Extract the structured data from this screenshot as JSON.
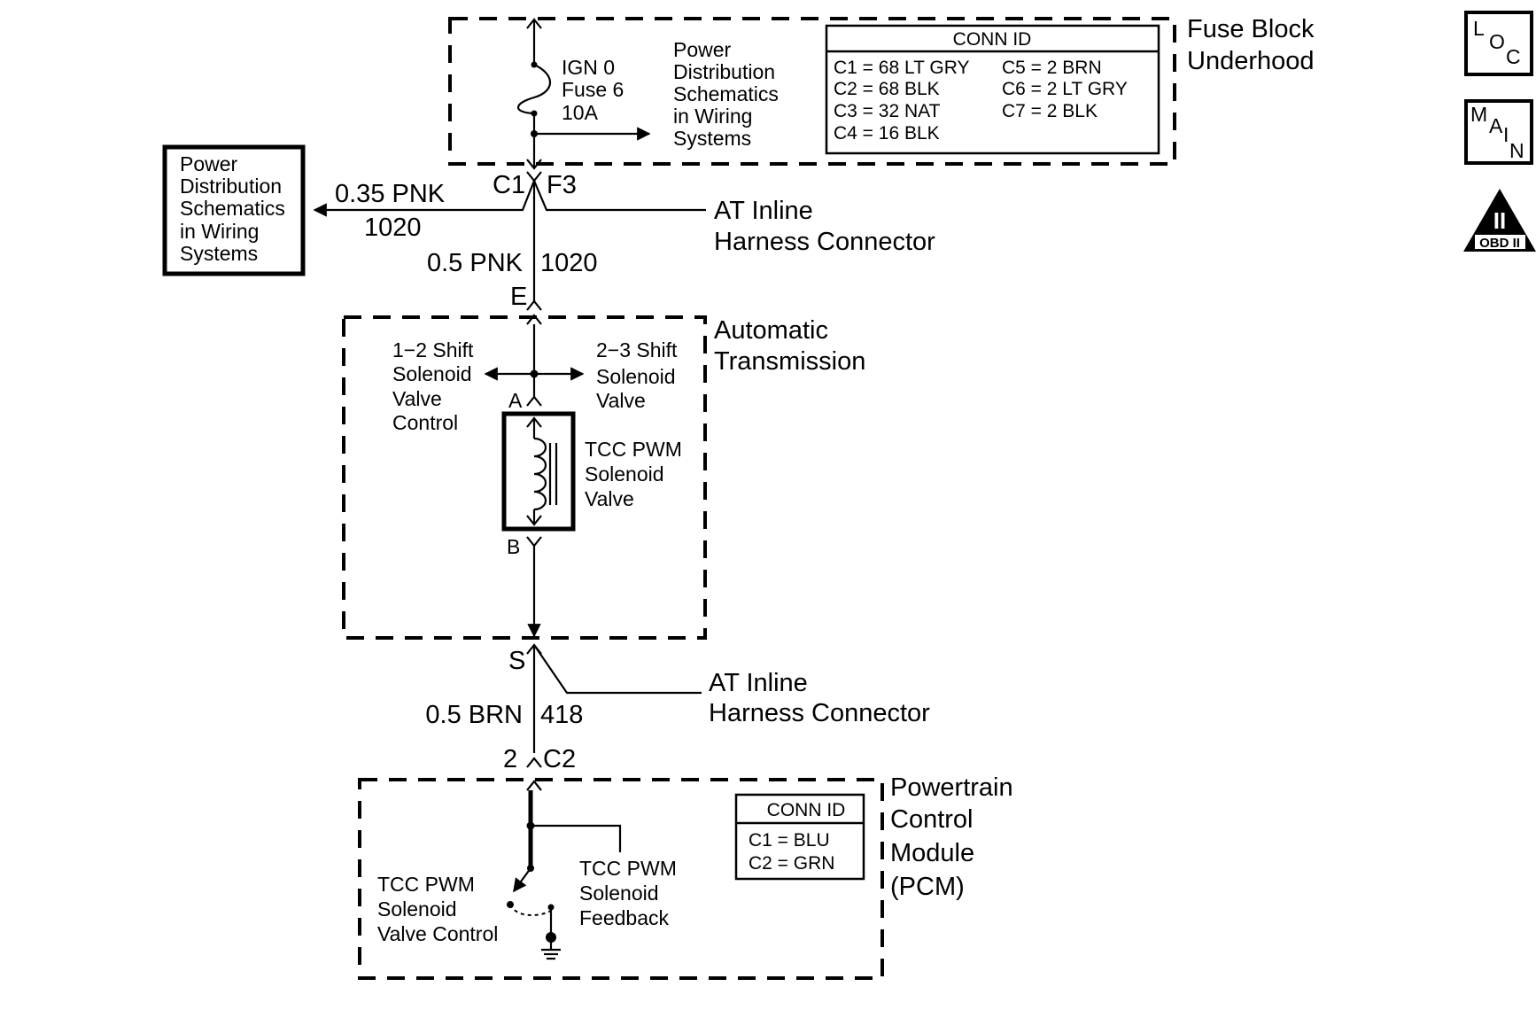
{
  "fuse_block": {
    "title_line1": "Fuse Block",
    "title_line2": "Underhood",
    "fuse_lines": [
      "IGN 0",
      "Fuse 6",
      "10A"
    ],
    "power_ref_lines": [
      "Power",
      "Distribution",
      "Schematics",
      "in Wiring",
      "Systems"
    ],
    "conn_id": {
      "header": "CONN ID",
      "left": [
        "C1 = 68 LT GRY",
        "C2 = 68 BLK",
        "C3 = 32 NAT",
        "C4 = 16 BLK"
      ],
      "right": [
        "C5 = 2 BRN",
        "C6 = 2 LT GRY",
        "C7 = 2 BLK"
      ]
    },
    "connector_left": "C1",
    "connector_right": "F3"
  },
  "left_power_ref": {
    "lines": [
      "Power",
      "Distribution",
      "Schematics",
      "in Wiring",
      "Systems"
    ],
    "wire_size_color": "0.35 PNK",
    "circuit": "1020"
  },
  "inline_connector_top": {
    "label_line1": "AT Inline",
    "label_line2": "Harness Connector"
  },
  "wire_top": {
    "size_color": "0.5 PNK",
    "circuit": "1020",
    "pin": "E"
  },
  "transmission": {
    "title_line1": "Automatic",
    "title_line2": "Transmission",
    "shift12_lines": [
      "1−2 Shift",
      "Solenoid",
      "Valve",
      "Control"
    ],
    "shift23_lines": [
      "2−3 Shift",
      "Solenoid",
      "Valve"
    ],
    "pin_a": "A",
    "pin_b": "B",
    "tcc_lines": [
      "TCC PWM",
      "Solenoid",
      "Valve"
    ]
  },
  "inline_connector_bottom": {
    "pin": "S",
    "label_line1": "AT Inline",
    "label_line2": "Harness Connector"
  },
  "wire_bottom": {
    "size_color": "0.5 BRN",
    "circuit": "418",
    "pin": "2",
    "connector": "C2"
  },
  "pcm": {
    "title_lines": [
      "Powertrain",
      "Control",
      "Module",
      "(PCM)"
    ],
    "control_lines": [
      "TCC PWM",
      "Solenoid",
      "Valve Control"
    ],
    "feedback_lines": [
      "TCC PWM",
      "Solenoid",
      "Feedback"
    ],
    "conn_id": {
      "header": "CONN ID",
      "lines": [
        "C1 = BLU",
        "C2 = GRN"
      ]
    }
  },
  "icons": {
    "loc": {
      "letters": [
        "L",
        "O",
        "C"
      ],
      "icon": "loc-icon"
    },
    "main": {
      "letters": [
        "M",
        "A",
        "I",
        "N"
      ],
      "icon": "main-icon"
    },
    "obd": {
      "numeral": "II",
      "label": "OBD II",
      "icon": "obd-ii-icon"
    }
  },
  "colors": {
    "ink": "#000000",
    "paper": "#ffffff"
  }
}
